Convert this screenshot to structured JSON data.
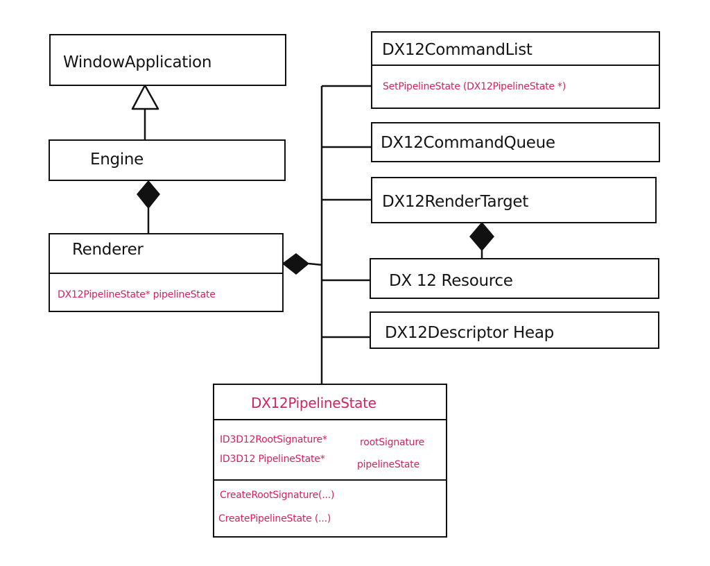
{
  "colors": {
    "ink": "#111111",
    "accent": "#d0245c",
    "background": "#ffffff"
  },
  "classes": {
    "window_application": {
      "name": "WindowApplication"
    },
    "engine": {
      "name": "Engine"
    },
    "renderer": {
      "name": "Renderer",
      "attribute": "DX12PipelineState* pipelineState"
    },
    "command_list": {
      "name": "DX12CommandList",
      "method": "SetPipelineState (DX12PipelineState *)"
    },
    "command_queue": {
      "name": "DX12CommandQueue"
    },
    "render_target": {
      "name": "DX12RenderTarget"
    },
    "resource": {
      "name": "DX 12 Resource"
    },
    "descriptor_heap": {
      "name": "DX12Descriptor Heap"
    },
    "pipeline_state": {
      "name": "DX12PipelineState",
      "attributes": [
        {
          "type": "ID3D12RootSignature*",
          "name": "rootSignature"
        },
        {
          "type": "ID3D12 PipelineState*",
          "name": "pipelineState"
        }
      ],
      "methods": [
        "CreateRootSignature(...)",
        "CreatePipelineState (...)"
      ]
    }
  },
  "relationships": [
    {
      "from": "engine",
      "to": "window_application",
      "kind": "inheritance"
    },
    {
      "from": "engine",
      "to": "renderer",
      "kind": "composition"
    },
    {
      "from": "renderer",
      "to": "bus",
      "kind": "composition"
    },
    {
      "from": "render_target",
      "to": "resource",
      "kind": "composition"
    }
  ]
}
